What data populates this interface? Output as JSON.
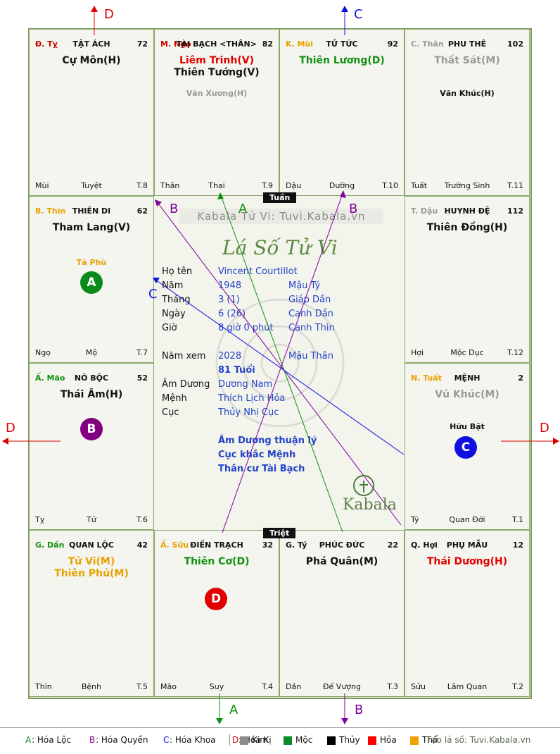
{
  "palaces": [
    {
      "canchi": "Đ. Tỵ",
      "canchi_color": "#cc0000",
      "name": "TẬT ÁCH",
      "num": "72",
      "majors": [
        {
          "t": "Cự Môn(H)",
          "c": "#111"
        }
      ],
      "minors": [],
      "bl": "Mùi",
      "bm": "Tuyệt",
      "br": "T.8",
      "icon": "snake-icon"
    },
    {
      "canchi": "M. Ngọ",
      "canchi_color": "#cc0000",
      "name": "TÀI BẠCH <THÂN>",
      "num": "82",
      "majors": [
        {
          "t": "Liêm Trinh(V)",
          "c": "#e00000"
        },
        {
          "t": "Thiên Tướng(V)",
          "c": "#111"
        }
      ],
      "minors": [
        {
          "t": "Văn Xương(H)",
          "c": "#9a9a9a"
        }
      ],
      "bl": "Thân",
      "bm": "Thai",
      "br": "T.9",
      "icon": "horse-icon"
    },
    {
      "canchi": "K. Mùi",
      "canchi_color": "#e8a000",
      "name": "TỬ TỨC",
      "num": "92",
      "majors": [
        {
          "t": "Thiên Lương(D)",
          "c": "#109010"
        }
      ],
      "minors": [],
      "bl": "Dậu",
      "bm": "Dưỡng",
      "br": "T.10",
      "icon": "goat-icon"
    },
    {
      "canchi": "C. Thân",
      "canchi_color": "#9a9a9a",
      "name": "PHU THÊ",
      "num": "102",
      "majors": [
        {
          "t": "Thất Sát(M)",
          "c": "#9a9a9a"
        }
      ],
      "minors": [
        {
          "t": "Văn Khúc(H)",
          "c": "#111"
        }
      ],
      "bl": "Tuất",
      "bm": "Trường Sinh",
      "br": "T.11",
      "icon": "monkey-icon"
    },
    {
      "canchi": "B. Thìn",
      "canchi_color": "#e8a000",
      "name": "THIÊN DI",
      "num": "62",
      "majors": [
        {
          "t": "Tham Lang(V)",
          "c": "#111"
        }
      ],
      "minors": [
        {
          "t": "Tả Phù",
          "c": "#e8a000"
        }
      ],
      "bl": "Ngọ",
      "bm": "Mộ",
      "br": "T.7",
      "icon": "dragon-icon"
    },
    {
      "canchi": "T. Dậu",
      "canchi_color": "#9a9a9a",
      "name": "HUYNH ĐỆ",
      "num": "112",
      "majors": [
        {
          "t": "Thiên Đồng(H)",
          "c": "#111"
        }
      ],
      "minors": [],
      "bl": "Hợi",
      "bm": "Mộc Dục",
      "br": "T.12",
      "icon": "rooster-icon"
    },
    {
      "canchi": "Ấ. Mão",
      "canchi_color": "#109010",
      "name": "NÔ BỘC",
      "num": "52",
      "majors": [
        {
          "t": "Thái Âm(H)",
          "c": "#111"
        }
      ],
      "minors": [],
      "bl": "Tỵ",
      "bm": "Tử",
      "br": "T.6",
      "icon": "cat-icon"
    },
    {
      "canchi": "N. Tuất",
      "canchi_color": "#e8a000",
      "name": "MỆNH",
      "num": "2",
      "majors": [
        {
          "t": "Vũ Khúc(M)",
          "c": "#9a9a9a"
        }
      ],
      "minors": [
        {
          "t": "Hữu Bật",
          "c": "#111"
        }
      ],
      "bl": "Tý",
      "bm": "Quan Đới",
      "br": "T.1",
      "icon": "dog-icon"
    },
    {
      "canchi": "G. Dần",
      "canchi_color": "#109010",
      "name": "QUAN LỘC",
      "num": "42",
      "majors": [
        {
          "t": "Tử Vi(M)",
          "c": "#e8a000"
        },
        {
          "t": "Thiên Phủ(M)",
          "c": "#e8a000"
        }
      ],
      "minors": [],
      "bl": "Thìn",
      "bm": "Bệnh",
      "br": "T.5",
      "icon": "tiger-icon"
    },
    {
      "canchi": "Ấ. Sửu",
      "canchi_color": "#e8a000",
      "name": "ĐIỀN TRẠCH",
      "num": "32",
      "majors": [
        {
          "t": "Thiên Cơ(D)",
          "c": "#109010"
        }
      ],
      "minors": [],
      "bl": "Mão",
      "bm": "Suy",
      "br": "T.4",
      "icon": "buffalo-icon"
    },
    {
      "canchi": "G. Tý",
      "canchi_color": "#111",
      "name": "PHÚC ĐỨC",
      "num": "22",
      "majors": [
        {
          "t": "Phá Quân(M)",
          "c": "#111"
        }
      ],
      "minors": [],
      "bl": "Dần",
      "bm": "Đế Vượng",
      "br": "T.3",
      "icon": "rat-icon"
    },
    {
      "canchi": "Q. Hợi",
      "canchi_color": "#111",
      "name": "PHỤ MẪU",
      "num": "12",
      "majors": [
        {
          "t": "Thái Dương(H)",
          "c": "#e00000"
        }
      ],
      "minors": [],
      "bl": "Sửu",
      "bm": "Lâm Quan",
      "br": "T.2",
      "icon": "pig-icon"
    }
  ],
  "badges": [
    {
      "letter": "A",
      "color": "#0a8a1a"
    },
    {
      "letter": "B",
      "color": "#800080"
    },
    {
      "letter": "C",
      "color": "#1010e0"
    },
    {
      "letter": "D",
      "color": "#e00000"
    }
  ],
  "tags": {
    "tuan": "Tuần",
    "triet": "Triệt"
  },
  "center": {
    "watermark": "Kabala Tử Vi: Tuvi.Kabala.vn",
    "script": "Lá Số Tử Vi",
    "brand": "Kabala",
    "info": [
      {
        "l": "Họ tên",
        "v": "Vincent Courtillot",
        "w": ""
      },
      {
        "l": "Năm",
        "v": "1948",
        "w": "Mậu Tý"
      },
      {
        "l": "Tháng",
        "v": "3  (1)",
        "w": "Giáp Dần"
      },
      {
        "l": "Ngày",
        "v": "6  (26)",
        "w": "Canh Dần"
      },
      {
        "l": "Giờ",
        "v": "8 giờ 0 phút",
        "w": "Canh Thìn"
      },
      {
        "l": "Năm xem",
        "v": "2028",
        "w": "Mậu Thân"
      },
      {
        "l": "",
        "v": "81 Tuổi",
        "w": ""
      },
      {
        "l": "Âm Dương",
        "v": "Dương Nam",
        "w": ""
      },
      {
        "l": "Mệnh",
        "v": "Thích Lịch Hỏa",
        "w": ""
      },
      {
        "l": "Cục",
        "v": "Thủy Nhị Cục",
        "w": ""
      }
    ],
    "notes": [
      "Âm Dương thuận lý",
      "Cục khắc Mệnh",
      "Thân cư Tài Bạch"
    ]
  },
  "arrow_letters": {
    "top_left": "D",
    "top_right": "C",
    "left": "D",
    "right": "D",
    "bottom_left": "A",
    "bottom_right": "B",
    "ray_b1": "B",
    "ray_a": "A",
    "ray_b2": "B",
    "ray_c": "C"
  },
  "legend": {
    "items": [
      {
        "k": "A",
        "t": ": Hóa Lộc",
        "c": "#0a8a1a"
      },
      {
        "k": "B",
        "t": ": Hóa Quyền",
        "c": "#800080"
      },
      {
        "k": "C",
        "t": ": Hóa Khoa",
        "c": "#1010e0"
      },
      {
        "k": "D",
        "t": ": Hóa Kị",
        "c": "#e00000"
      }
    ],
    "elements": [
      {
        "t": "Kim",
        "c": "#8c8c8c"
      },
      {
        "t": "Mộc",
        "c": "#0a8a2a"
      },
      {
        "t": "Thủy",
        "c": "#000000"
      },
      {
        "t": "Hỏa",
        "c": "#ff0000"
      },
      {
        "t": "Thổ",
        "c": "#f0a000"
      }
    ],
    "site": "Tạo lá số: Tuvi.Kabala.vn"
  }
}
